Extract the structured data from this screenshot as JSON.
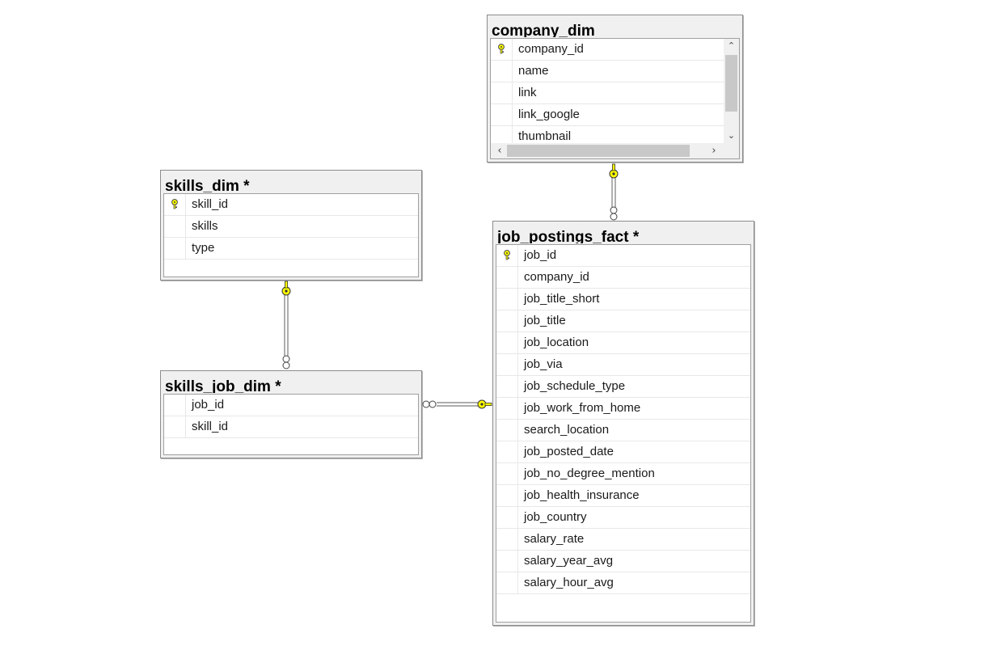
{
  "tables": {
    "company_dim": {
      "title": "company_dim",
      "columns": [
        {
          "name": "company_id",
          "key": true
        },
        {
          "name": "name",
          "key": false
        },
        {
          "name": "link",
          "key": false
        },
        {
          "name": "link_google",
          "key": false
        },
        {
          "name": "thumbnail",
          "key": false
        }
      ]
    },
    "skills_dim": {
      "title": "skills_dim *",
      "columns": [
        {
          "name": "skill_id",
          "key": true
        },
        {
          "name": "skills",
          "key": false
        },
        {
          "name": "type",
          "key": false
        }
      ]
    },
    "skills_job_dim": {
      "title": "skills_job_dim *",
      "columns": [
        {
          "name": "job_id",
          "key": false
        },
        {
          "name": "skill_id",
          "key": false
        }
      ]
    },
    "job_postings_fact": {
      "title": "job_postings_fact *",
      "columns": [
        {
          "name": "job_id",
          "key": true
        },
        {
          "name": "company_id",
          "key": false
        },
        {
          "name": "job_title_short",
          "key": false
        },
        {
          "name": "job_title",
          "key": false
        },
        {
          "name": "job_location",
          "key": false
        },
        {
          "name": "job_via",
          "key": false
        },
        {
          "name": "job_schedule_type",
          "key": false
        },
        {
          "name": "job_work_from_home",
          "key": false
        },
        {
          "name": "search_location",
          "key": false
        },
        {
          "name": "job_posted_date",
          "key": false
        },
        {
          "name": "job_no_degree_mention",
          "key": false
        },
        {
          "name": "job_health_insurance",
          "key": false
        },
        {
          "name": "job_country",
          "key": false
        },
        {
          "name": "salary_rate",
          "key": false
        },
        {
          "name": "salary_year_avg",
          "key": false
        },
        {
          "name": "salary_hour_avg",
          "key": false
        }
      ]
    }
  },
  "colors": {
    "key_icon": "#ffff00",
    "connector": "#7a7a7a",
    "header_bg": "#f0f0f0"
  }
}
